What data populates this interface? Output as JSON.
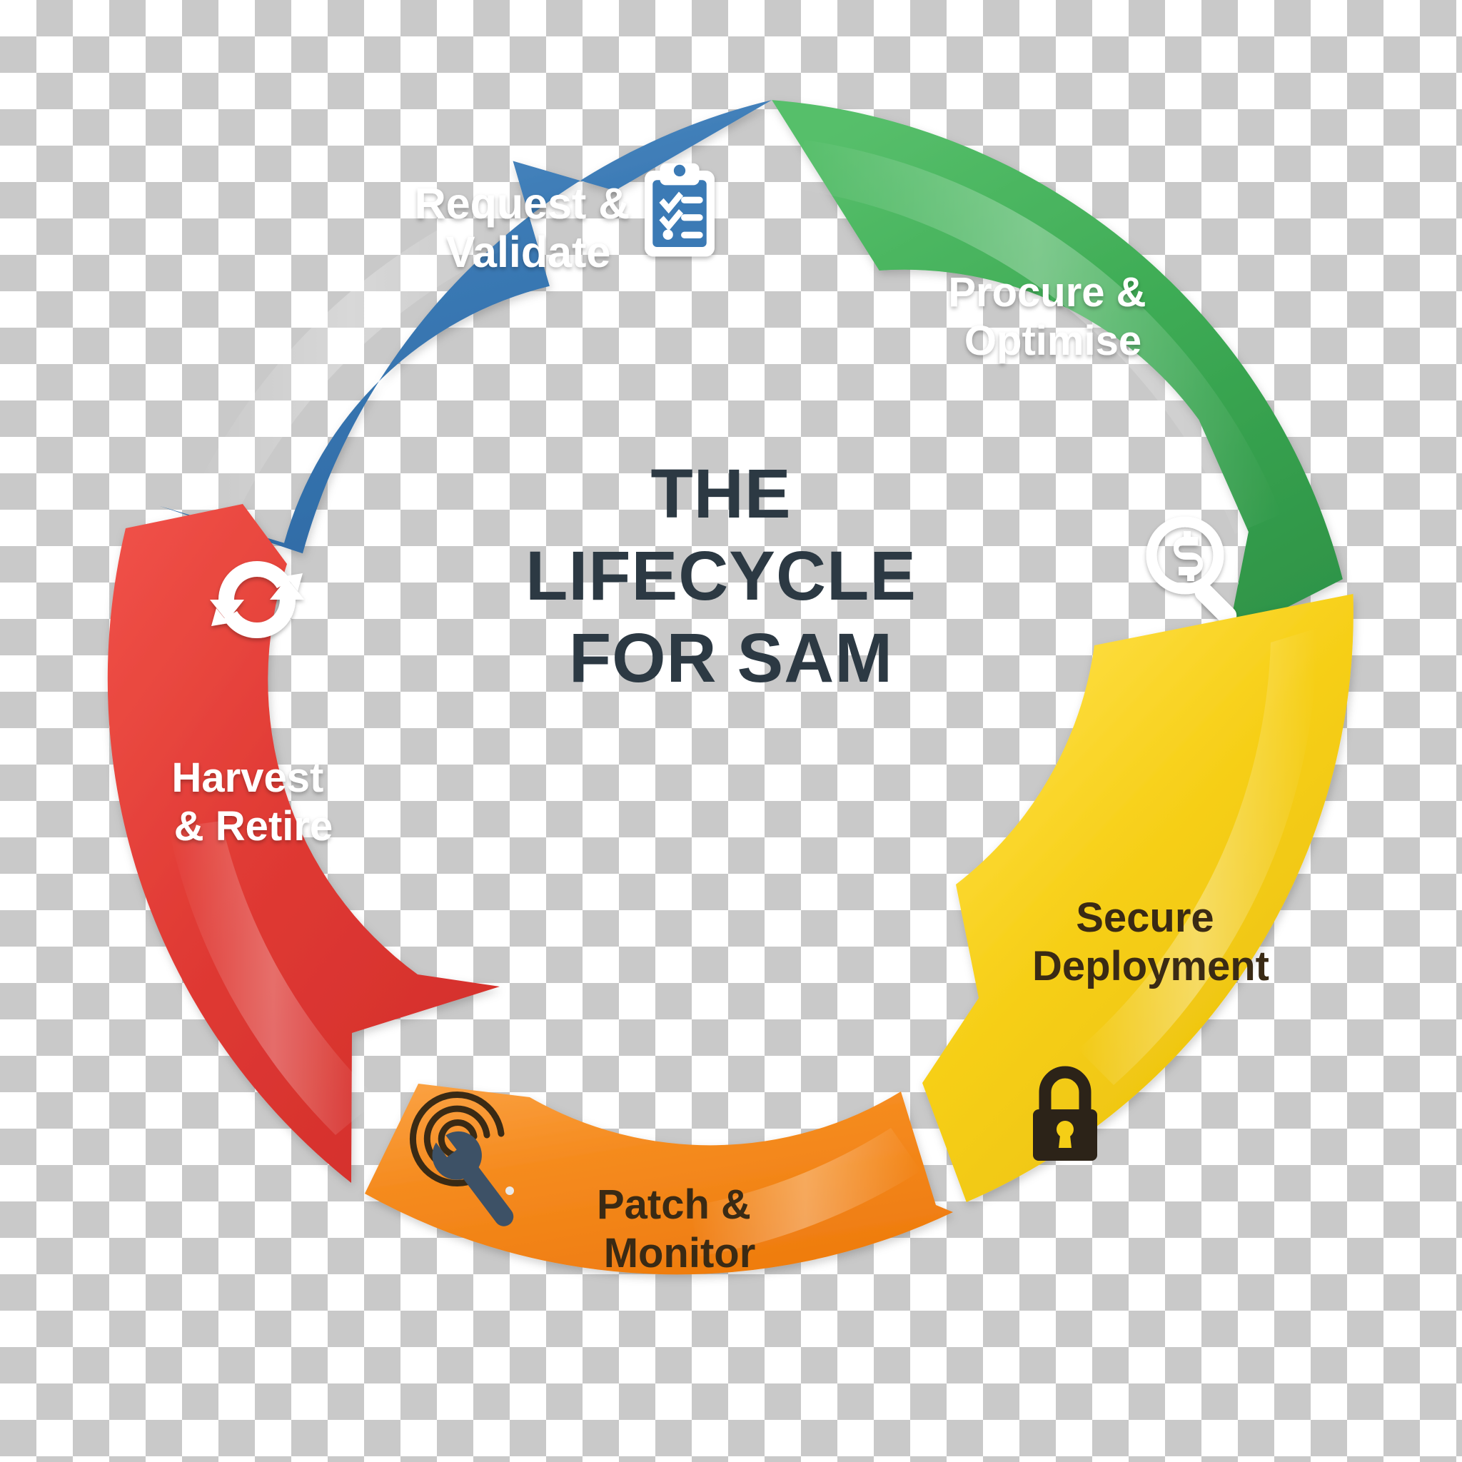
{
  "diagram": {
    "type": "circular-lifecycle",
    "title_lines": [
      "THE",
      "LIFECYCLE",
      "FOR SAM"
    ],
    "title_color": "#2c3943",
    "background": "transparency-checkerboard",
    "segment_count": 5,
    "direction": "clockwise",
    "segments": [
      {
        "id": "request-validate",
        "order": 1,
        "label_lines": [
          "Request &",
          "Validate"
        ],
        "color": "#3b7ab5",
        "color_dark": "#2f6characters",
        "text_color": "#ffffff",
        "icon": "clipboard-checklist-icon",
        "icon_color": "#ffffff",
        "start_angle": -86,
        "end_angle": -8
      },
      {
        "id": "procure-optimise",
        "order": 2,
        "label_lines": [
          "Procure &",
          "Optimise"
        ],
        "color": "#3dab54",
        "text_color": "#ffffff",
        "icon": "magnifier-dollar-icon",
        "icon_color": "#ffffff",
        "start_angle": -4,
        "end_angle": 62
      },
      {
        "id": "secure-deployment",
        "order": 3,
        "label_lines": [
          "Secure",
          "Deployment"
        ],
        "color": "#f5ce16",
        "text_color": "#3a2a14",
        "icon": "padlock-icon",
        "icon_color": "#2c2318",
        "start_angle": 66,
        "end_angle": 140
      },
      {
        "id": "patch-monitor",
        "order": 4,
        "label_lines": [
          "Patch &",
          "Monitor"
        ],
        "color": "#f58b1f",
        "text_color": "#3a2a14",
        "icon": "radar-wrench-icon",
        "icon_color": "#3a2a14",
        "start_angle": 144,
        "end_angle": 218
      },
      {
        "id": "harvest-retire",
        "order": 5,
        "label_lines": [
          "Harvest",
          "& Retire"
        ],
        "color": "#e03a34",
        "text_color": "#ffffff",
        "icon": "recycle-arrows-icon",
        "icon_color": "#ffffff",
        "start_angle": 222,
        "end_angle": 274
      }
    ]
  }
}
